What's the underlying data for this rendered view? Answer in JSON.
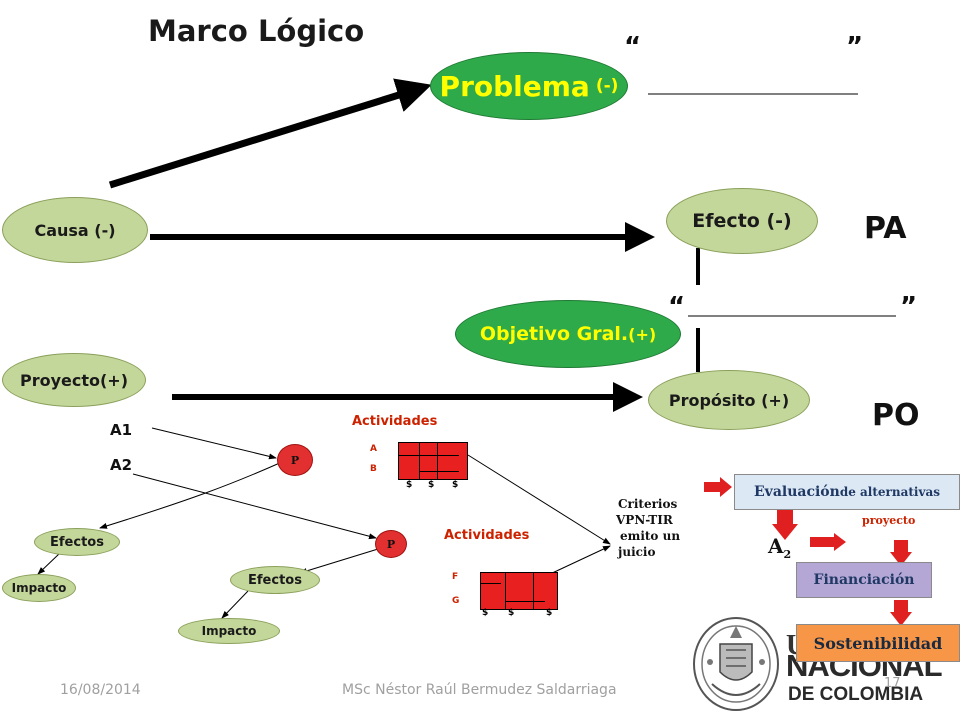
{
  "title": "Marco Lógico",
  "quote_open": "“",
  "quote_close": "”",
  "problema": {
    "main": "Problema",
    "sign": "(-)"
  },
  "causa": "Causa (-)",
  "efecto": "Efecto (-)",
  "pa": "PA",
  "objetivo": {
    "main": "Objetivo Gral.",
    "sign": "(+)"
  },
  "proyecto": "Proyecto(+)",
  "proposito": "Propósito (+)",
  "po": "PO",
  "a1": "A1",
  "a2": "A2",
  "actividades_top": "Actividades",
  "letter_a": "A",
  "letter_b": "B",
  "p_label": "P",
  "actividades_bottom": "Actividades",
  "letter_f": "F",
  "letter_g": "G",
  "dollar": "$",
  "efectos": "Efectos",
  "impacto": "Impacto",
  "criterios": [
    "Criterios",
    "VPN-TIR",
    "emito un",
    "juicio"
  ],
  "evaluacion": {
    "main": "Evaluación",
    "rest": " de alternativas"
  },
  "proyecto_small": "proyecto",
  "a2_big": {
    "main": "A",
    "sub": "2"
  },
  "financiacion": "Financiación",
  "sostenibilidad": "Sostenibilidad",
  "logo_text": {
    "u": "U",
    "nacional": "NACIONAL",
    "decolombia": "DE COLOMBIA"
  },
  "footer_date": "16/08/2014",
  "footer_author": "MSc Néstor Raúl Bermudez Saldarriaga",
  "footer_page": "17",
  "colors": {
    "green_light": "#c4d79b",
    "green_dark": "#2eaa4a",
    "yellow": "#ffff00",
    "red": "#cc2200",
    "eval_box": "#dce9f5",
    "fin_box": "#b4a7d6",
    "sost_box": "#f79646"
  }
}
